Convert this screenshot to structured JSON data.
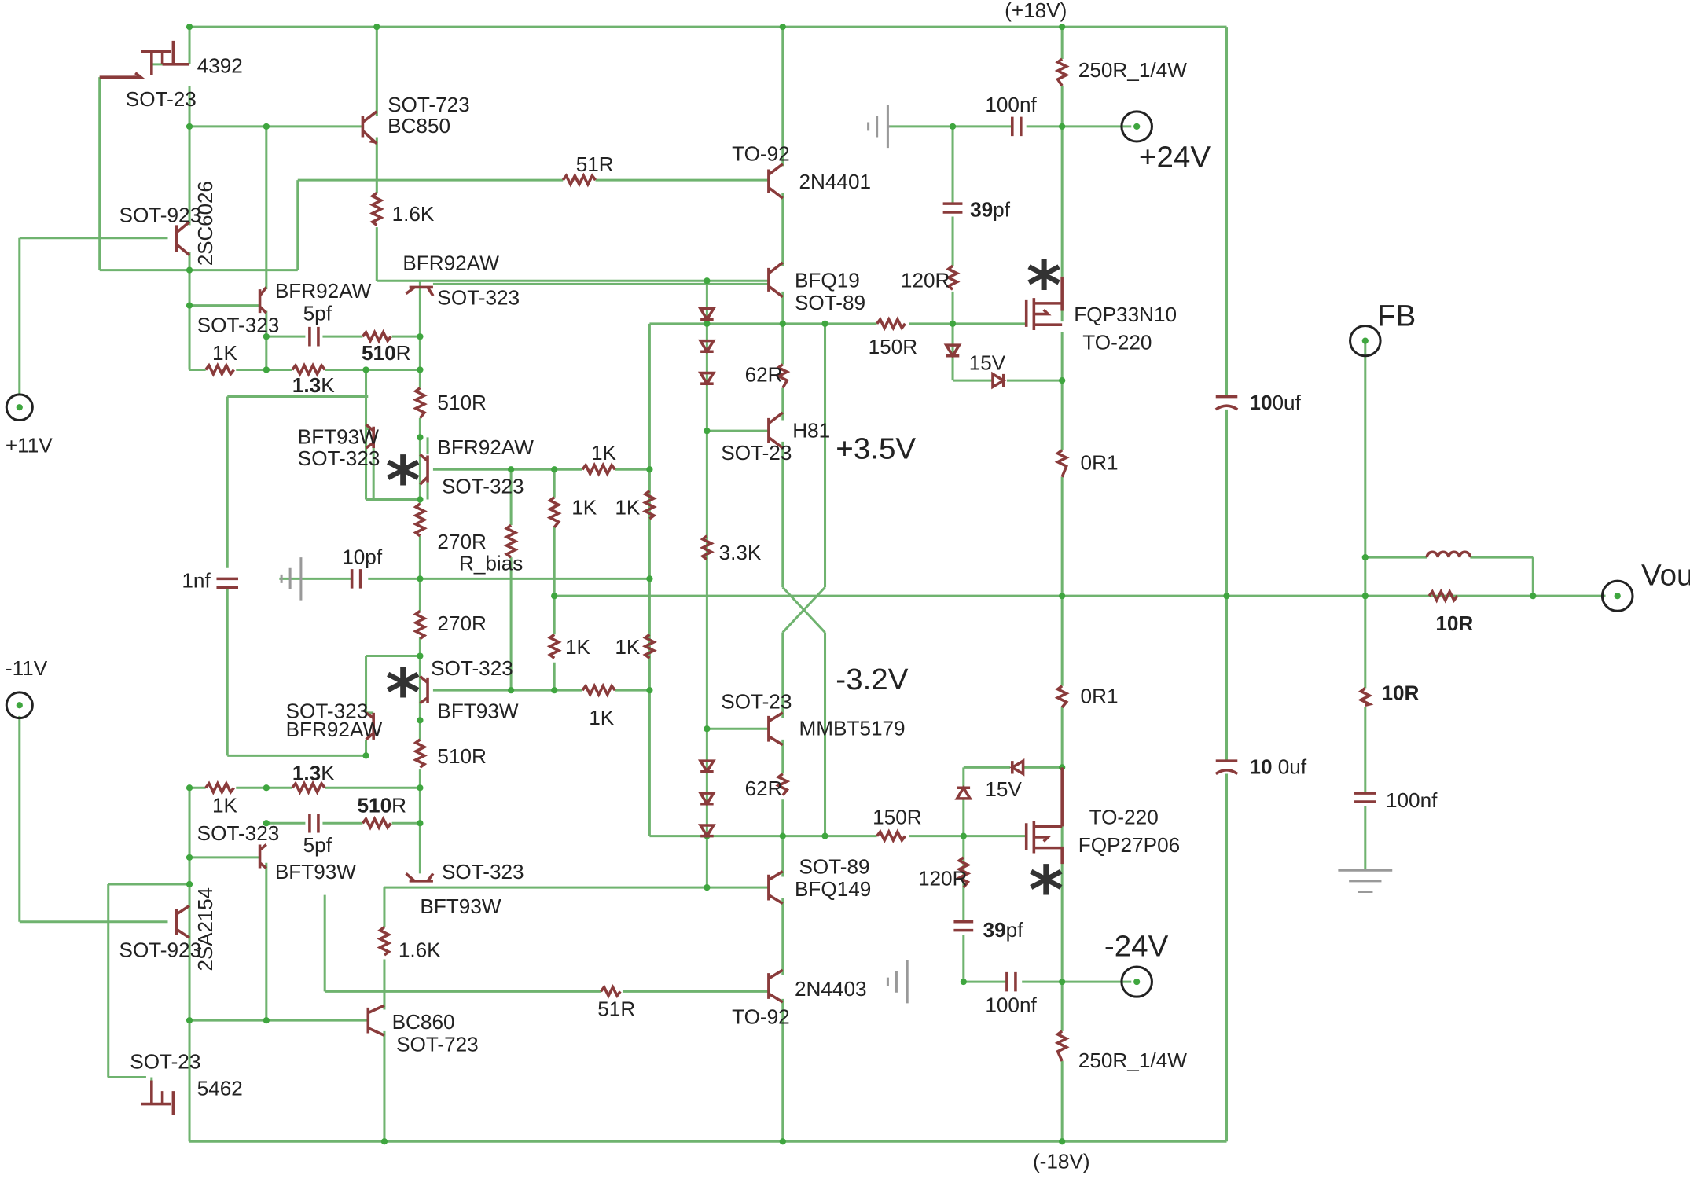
{
  "rails": {
    "pos": "(+18V)",
    "neg": "(-18V)"
  },
  "ports": {
    "in_pos": "+11V",
    "in_neg": "-11V",
    "sup_pos": "+24V",
    "sup_neg": "-24V",
    "fb": "FB",
    "out": "Vout"
  },
  "node_voltages": {
    "upper": "+3.5V",
    "lower": "-3.2V"
  },
  "transistors": [
    {
      "pkg": "SOT-23",
      "part": "4392"
    },
    {
      "pkg": "SOT-723",
      "part": "BC850"
    },
    {
      "pkg": "SOT-923",
      "part": "2SC6026"
    },
    {
      "pkg": "SOT-323",
      "part": "BFR92AW"
    },
    {
      "pkg": "SOT-323",
      "part": "BFR92AW"
    },
    {
      "pkg": "SOT-323",
      "part": "BFT93W"
    },
    {
      "pkg": "SOT-323",
      "part": "BFR92AW"
    },
    {
      "pkg": "TO-92",
      "part": "2N4401"
    },
    {
      "pkg": "SOT-89",
      "part": "BFQ19"
    },
    {
      "pkg": "SOT-23",
      "part": "H81"
    },
    {
      "pkg": "TO-220",
      "part": "FQP33N10"
    },
    {
      "pkg": "SOT-323",
      "part": "BFT93W"
    },
    {
      "pkg": "SOT-323",
      "part": "BFR92AW"
    },
    {
      "pkg": "SOT-323",
      "part": "BFT93W"
    },
    {
      "pkg": "SOT-323",
      "part": "BFT93W"
    },
    {
      "pkg": "SOT-923",
      "part": "2SA2154"
    },
    {
      "pkg": "SOT-723",
      "part": "BC860"
    },
    {
      "pkg": "SOT-23",
      "part": "5462"
    },
    {
      "pkg": "SOT-23",
      "part": "MMBT5179"
    },
    {
      "pkg": "SOT-89",
      "part": "BFQ149"
    },
    {
      "pkg": "TO-92",
      "part": "2N4403"
    },
    {
      "pkg": "TO-220",
      "part": "FQP27P06"
    }
  ],
  "resistors": {
    "r51_top": "51R",
    "r16k_top": "1.6K",
    "r1k_a": "1K",
    "r510_a": "510R",
    "r13k_a": "1.3K",
    "r510_b": "510R",
    "r270_a": "270R",
    "rbias": "R_bias",
    "r270_b": "270R",
    "r510_c": "510R",
    "r13k_b": "1.3K",
    "r1k_b": "1K",
    "r510_d": "510R",
    "r16k_bot": "1.6K",
    "r51_bot": "51R",
    "r1k_1": "1K",
    "r1k_2": "1K",
    "r1k_3": "1K",
    "r1k_4": "1K",
    "r1k_5": "1K",
    "r1k_6": "1K",
    "r62_top": "62R",
    "r33k": "3.3K",
    "r62_bot": "62R",
    "r150_top": "150R",
    "r150_bot": "150R",
    "r120_top": "120R",
    "r120_bot": "120R",
    "r250_top": "250R_1/4W",
    "r250_bot": "250R_1/4W",
    "r0r1_top": "0R1",
    "r0r1_bot": "0R1",
    "r10_out": "10R",
    "r10_shunt": "10R"
  },
  "capacitors": {
    "c5p_top": "5pf",
    "c5p_bot": "5pf",
    "c1n": "1nf",
    "c10p": "10pf",
    "c100n_top": "100nf",
    "c100n_bot": "100nf",
    "c39_top_b": "39",
    "c39_top_u": "pf",
    "c39_bot_b": "39",
    "c39_bot_u": "pf",
    "c100u_top_b": "10",
    "c100u_top_u": "0uf",
    "c100u_bot_b": "10",
    "c100u_bot_u": " 0uf",
    "c100n_out": "100nf"
  },
  "zeners": {
    "z_top": "15V",
    "z_bot": "15V"
  },
  "markers": {
    "star": "*"
  },
  "colors": {
    "wire": "#6fb36f",
    "component": "#8a3b3b",
    "junction": "#3fa63f",
    "text": "#222222"
  }
}
